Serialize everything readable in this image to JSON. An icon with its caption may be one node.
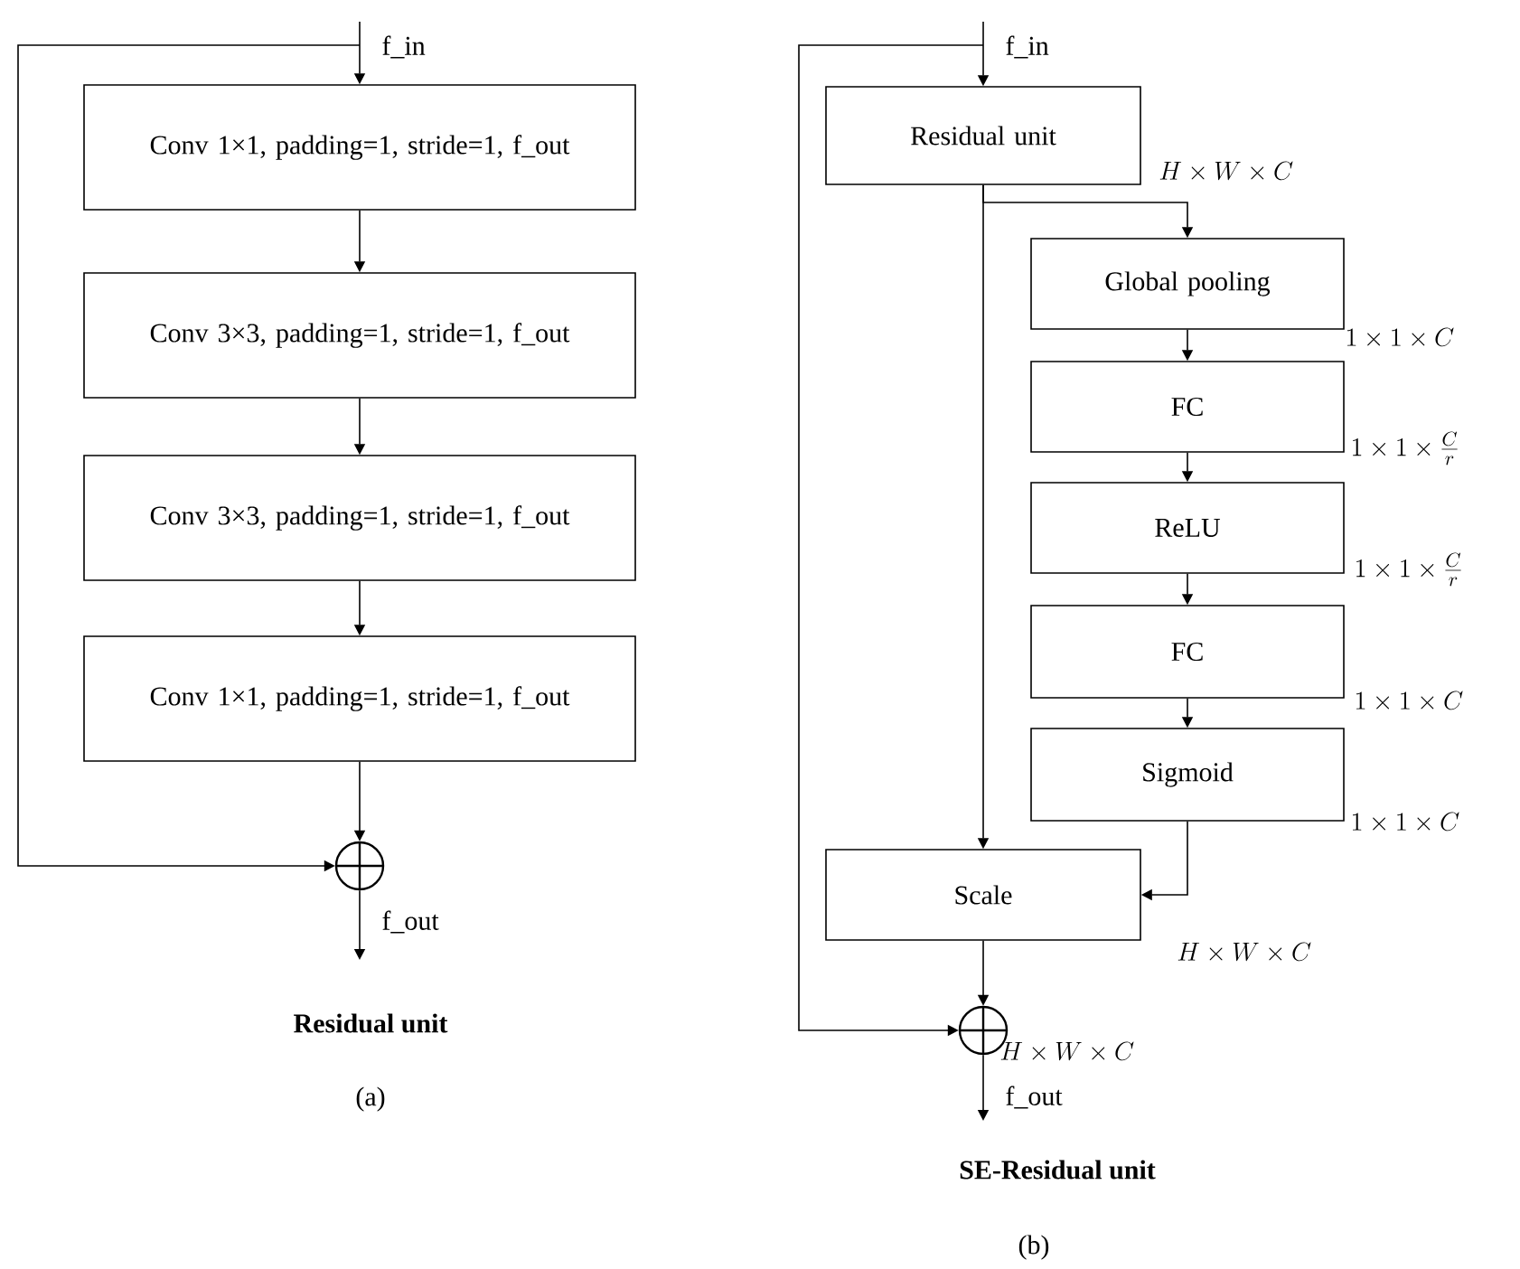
{
  "diagram": {
    "nodes": [
      {
        "text": [
          "Conv 1×1, padding=1, stride=1, f_out"
        ]
      },
      {
        "text": [
          "Conv 3×3, padding=1, stride=1, f_out"
        ]
      },
      {
        "text": [
          "Conv 3×3, padding=1, stride=1, f_out"
        ]
      },
      {
        "text": [
          "Conv 1×1, padding=1, stride=1, f_out"
        ]
      },
      {
        "text": [],
        "shape": "circle"
      },
      {
        "text": [
          "Residual unit"
        ]
      },
      {
        "text": [
          "Global pooling"
        ]
      },
      {
        "text": [
          "FC"
        ]
      },
      {
        "text": [
          "ReLU"
        ]
      },
      {
        "text": [
          "FC"
        ]
      },
      {
        "text": [
          "Sigmoid"
        ]
      },
      {
        "text": [
          "Scale"
        ]
      },
      {
        "text": [],
        "shape": "circle"
      }
    ],
    "edges": [
      {
        "from": null,
        "to": 0,
        "arrow": "to",
        "label": "f_in"
      },
      {
        "from": 0,
        "to": 1,
        "arrow": "to"
      },
      {
        "from": 1,
        "to": 2,
        "arrow": "to"
      },
      {
        "from": 2,
        "to": 3,
        "arrow": "to"
      },
      {
        "from": 3,
        "to": 4,
        "arrow": "to"
      },
      {
        "from": 4,
        "to": null,
        "arrow": "to",
        "label": "f_out"
      },
      {
        "from": null,
        "to": 4,
        "arrow": "to"
      },
      {
        "from": null,
        "to": 5,
        "arrow": "to",
        "label": "f_in"
      },
      {
        "from": 5,
        "to": 6,
        "arrow": "to"
      },
      {
        "from": 5,
        "to": 11,
        "arrow": "to"
      },
      {
        "from": 6,
        "to": 7,
        "arrow": "to"
      },
      {
        "from": 7,
        "to": 8,
        "arrow": "to"
      },
      {
        "from": 8,
        "to": 9,
        "arrow": "to"
      },
      {
        "from": 9,
        "to": 10,
        "arrow": "to"
      },
      {
        "from": 10,
        "to": 11,
        "arrow": "to"
      },
      {
        "from": 11,
        "to": 12,
        "arrow": "to"
      },
      {
        "from": null,
        "to": 12,
        "arrow": "to"
      },
      {
        "from": 12,
        "to": null,
        "arrow": "to",
        "label": "f_out"
      }
    ],
    "labels": [
      "Residual unit",
      "(a)",
      "H \\times W \\times C",
      "1 \\times 1 \\times C",
      "1 \\times 1 \\times \\frac{C}{r}",
      "1 \\times 1 \\times \\frac{C}{r}",
      "1 \\times 1 \\times C",
      "1 \\times 1 \\times C",
      "H \\times W \\times C",
      "H \\times W \\times C",
      "SE-Residual unit",
      "(b)"
    ]
  }
}
